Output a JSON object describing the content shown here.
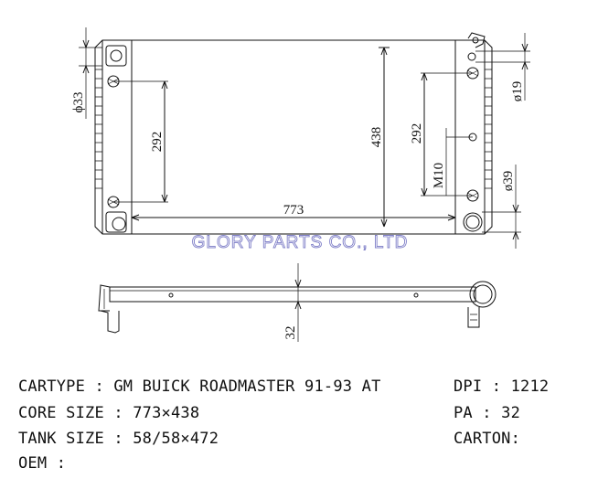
{
  "watermark": "GLORY PARTS CO., LTD",
  "dimensions": {
    "core_width": "773",
    "core_height": "438",
    "mount_spacing_left": "292",
    "mount_spacing_right": "292",
    "left_inlet": "ϕ33",
    "right_top_port": "ø19",
    "right_outlet": "ø39",
    "thread": "M10",
    "thickness": "32"
  },
  "specs": {
    "cartype": "CARTYPE : GM BUICK ROADMASTER 91-93 AT",
    "core_size": "CORE SIZE : 773×438",
    "tank_size": "TANK SIZE : 58/58×472",
    "oem": "OEM :",
    "dpi": "DPI : 1212",
    "pa": "PA : 32",
    "carton": "CARTON:"
  }
}
